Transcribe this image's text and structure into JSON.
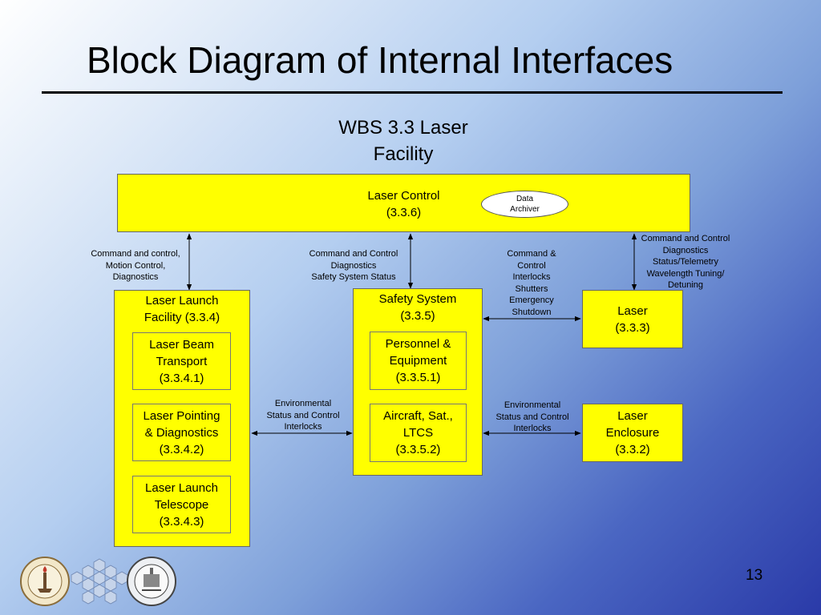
{
  "slide": {
    "title": "Block Diagram of Internal Interfaces",
    "subtitle_line1": "WBS 3.3 Laser",
    "subtitle_line2": "Facility",
    "page_number": "13"
  },
  "blocks": {
    "laser_control": {
      "line1": "Laser Control",
      "line2": "(3.3.6)"
    },
    "data_archiver": {
      "line1": "Data",
      "line2": "Archiver"
    },
    "launch_facility": {
      "line1": "Laser Launch",
      "line2": "Facility (3.3.4)",
      "beam_transport": {
        "line1": "Laser Beam",
        "line2": "Transport",
        "line3": "(3.3.4.1)"
      },
      "pointing": {
        "line1": "Laser Pointing",
        "line2": "& Diagnostics",
        "line3": "(3.3.4.2)"
      },
      "telescope": {
        "line1": "Laser Launch",
        "line2": "Telescope",
        "line3": "(3.3.4.3)"
      }
    },
    "safety": {
      "line1": "Safety System",
      "line2": "(3.3.5)",
      "personnel": {
        "line1": "Personnel &",
        "line2": "Equipment",
        "line3": "(3.3.5.1)"
      },
      "aircraft": {
        "line1": "Aircraft, Sat.,",
        "line2": "LTCS",
        "line3": "(3.3.5.2)"
      }
    },
    "laser": {
      "line1": "Laser",
      "line2": "(3.3.3)"
    },
    "enclosure": {
      "line1": "Laser",
      "line2": "Enclosure",
      "line3": "(3.3.2)"
    }
  },
  "labels": {
    "lc_to_launch": [
      "Command and control,",
      "Motion Control,",
      "Diagnostics"
    ],
    "lc_to_safety": [
      "Command and Control",
      "Diagnostics",
      "Safety System Status"
    ],
    "lc_to_laser": [
      "Command and Control",
      "Diagnostics",
      "Status/Telemetry",
      "Wavelength Tuning/",
      "Detuning"
    ],
    "safety_to_laser": [
      "Command &",
      "Control",
      "Interlocks",
      "Shutters",
      "Emergency",
      "Shutdown"
    ],
    "launch_to_safety": [
      "Environmental",
      "Status and Control",
      "Interlocks"
    ],
    "safety_to_enclosure": [
      "Environmental",
      "Status and Control",
      "Interlocks"
    ]
  },
  "colors": {
    "block_fill": "#ffff00",
    "background_end": "#2a3aa8",
    "text": "#000000"
  },
  "icons": [
    "caltech-seal-icon",
    "hexagon-mirror-icon",
    "university-seal-icon"
  ]
}
